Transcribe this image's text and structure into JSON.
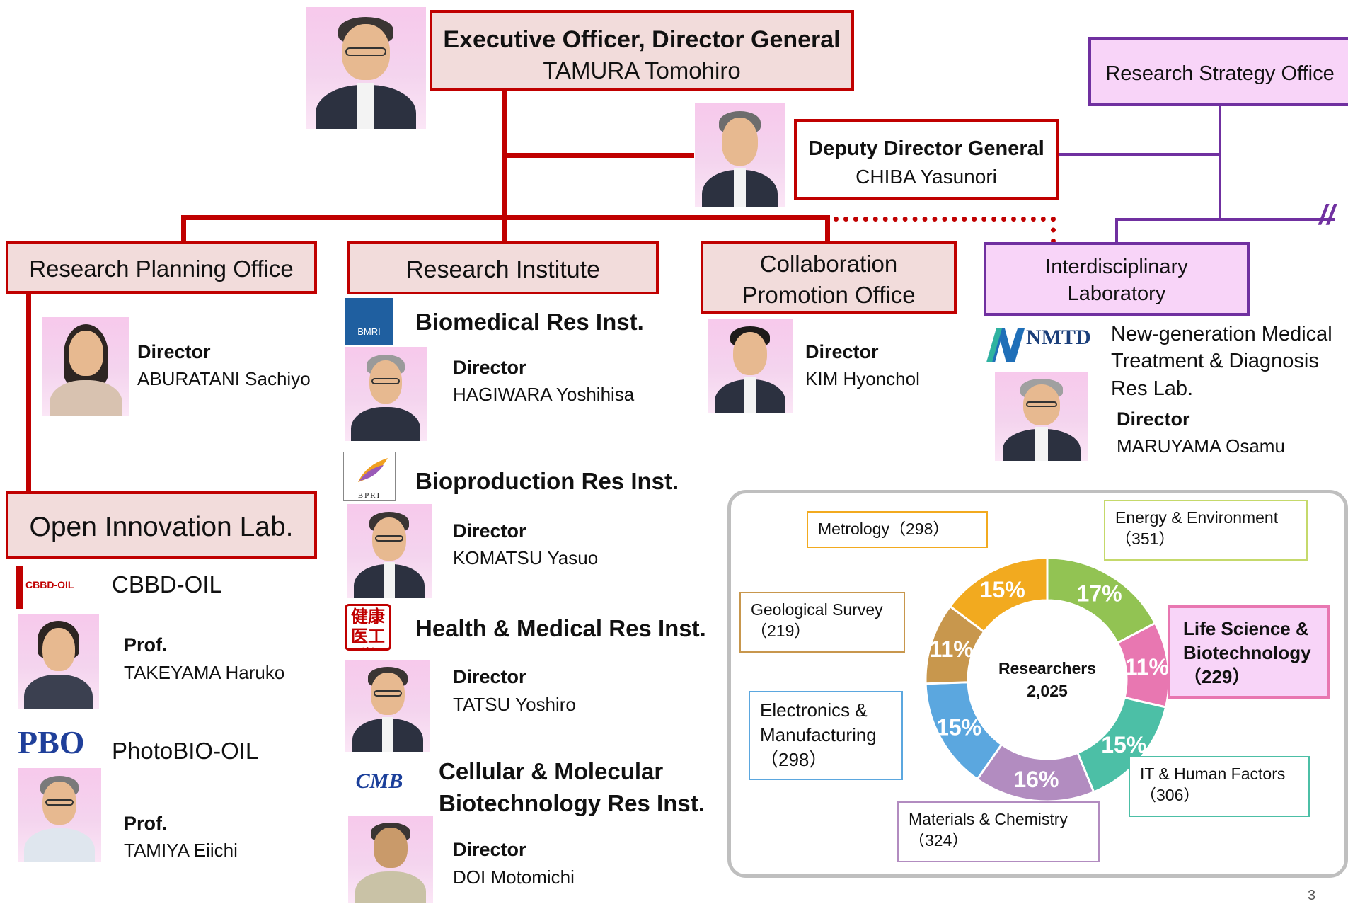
{
  "executive": {
    "title": "Executive Officer, Director General",
    "name": "TAMURA Tomohiro"
  },
  "deputy": {
    "title": "Deputy Director General",
    "name": "CHIBA Yasunori"
  },
  "strategy_office": "Research Strategy Office",
  "planning": {
    "label": "Research Planning Office",
    "role": "Director",
    "name": "ABURATANI Sachiyo"
  },
  "research_institute": {
    "label": "Research Institute",
    "institutes": [
      {
        "name": "Biomedical Res Inst.",
        "role": "Director",
        "person": "HAGIWARA Yoshihisa",
        "logo": "BMRI"
      },
      {
        "name": "Bioproduction Res Inst.",
        "role": "Director",
        "person": "KOMATSU Yasuo",
        "logo": "BPRI"
      },
      {
        "name": "Health & Medical Res Inst.",
        "role": "Director",
        "person": "TATSU Yoshiro",
        "logo": "健康医工学"
      },
      {
        "name": "Cellular & Molecular",
        "name2": "Biotechnology Res Inst.",
        "role": "Director",
        "person": "DOI Motomichi",
        "logo": "CMB"
      }
    ]
  },
  "collaboration": {
    "line1": "Collaboration",
    "line2": "Promotion Office",
    "role": "Director",
    "name": "KIM Hyonchol"
  },
  "interdisciplinary": {
    "line1": "Interdisciplinary",
    "line2": "Laboratory",
    "lab_line1": "New-generation Medical",
    "lab_line2": "Treatment & Diagnosis",
    "lab_line3": "Res Lab.",
    "logo": "NMTD",
    "role": "Director",
    "name": "MARUYAMA Osamu"
  },
  "open_innovation": {
    "label": "Open Innovation Lab.",
    "labs": [
      {
        "name": "CBBD-OIL",
        "role": "Prof.",
        "person": "TAKEYAMA Haruko",
        "logo": "CBBD-OIL"
      },
      {
        "name": "PhotoBIO-OIL",
        "role": "Prof.",
        "person": "TAMIYA Eiichi",
        "logo": "PBO"
      }
    ]
  },
  "chart_data": {
    "type": "pie",
    "center_line1": "Researchers",
    "center_line2": "2,025",
    "slices": [
      {
        "label": "Energy & Environment",
        "count_text": "（351）",
        "value": 351,
        "pct": "17%",
        "color": "#92c353"
      },
      {
        "label": "Life Science  &",
        "label2": "Biotechnology",
        "count_text": "（229）",
        "value": 229,
        "pct": "11%",
        "color": "#e877b1"
      },
      {
        "label": "IT & Human Factors",
        "count_text": "（306）",
        "value": 306,
        "pct": "15%",
        "color": "#4cbfa6"
      },
      {
        "label": "Materials & Chemistry",
        "count_text": "（324）",
        "value": 324,
        "pct": "16%",
        "color": "#b28cc0"
      },
      {
        "label": "Electronics &",
        "label2": "Manufacturing",
        "count_text": "（298）",
        "value": 298,
        "pct": "15%",
        "color": "#5ba7df"
      },
      {
        "label": "Geological Survey",
        "count_text": "（219）",
        "value": 219,
        "pct": "11%",
        "color": "#c8974d"
      },
      {
        "label": "Metrology",
        "count_text": "（298）",
        "value": 298,
        "pct": "15%",
        "color": "#f2aa1f"
      }
    ]
  },
  "page_number": "3"
}
